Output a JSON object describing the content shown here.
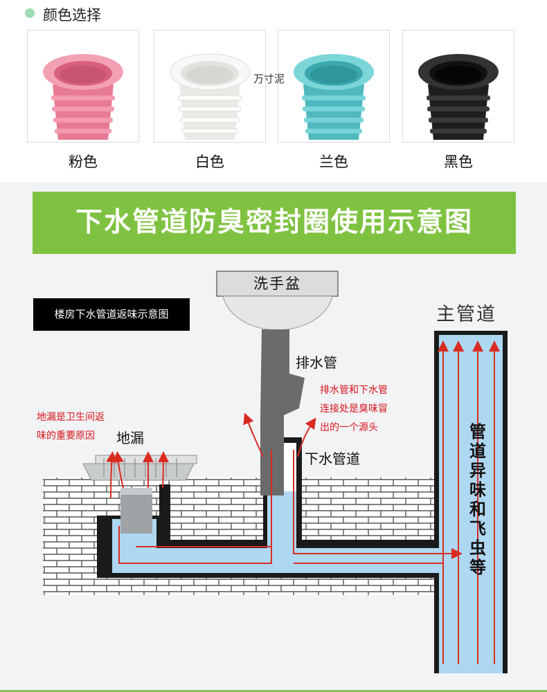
{
  "color_selection": {
    "title": "颜色选择",
    "options": [
      {
        "label": "粉色",
        "color": "#f08aa3"
      },
      {
        "label": "白色",
        "color": "#f3f3f0"
      },
      {
        "label": "兰色",
        "color": "#62c8cc"
      },
      {
        "label": "黑色",
        "color": "#262626"
      }
    ],
    "watermark": "万寸泥"
  },
  "diagram": {
    "banner": "下水管道防臭密封圈使用示意图",
    "subtitle": "楼房下水管道返味示意图",
    "basin_label": "洗手盆",
    "drain_pipe_label": "排水管",
    "floor_drain_label": "地漏",
    "sewer_pipe_label": "下水管道",
    "main_pipe_label": "主管道",
    "floor_drain_note": [
      "地漏是卫生间返",
      "味的重要原因"
    ],
    "joint_note": [
      "排水管和下水管",
      "连接处是臭味冒",
      "出的一个源头"
    ],
    "main_pipe_note": "管道异味和飞虫等",
    "colors": {
      "banner": "#7fc241",
      "water": "#aed7f2",
      "arrow": "#d92b22",
      "wall": "#ffffff"
    }
  }
}
